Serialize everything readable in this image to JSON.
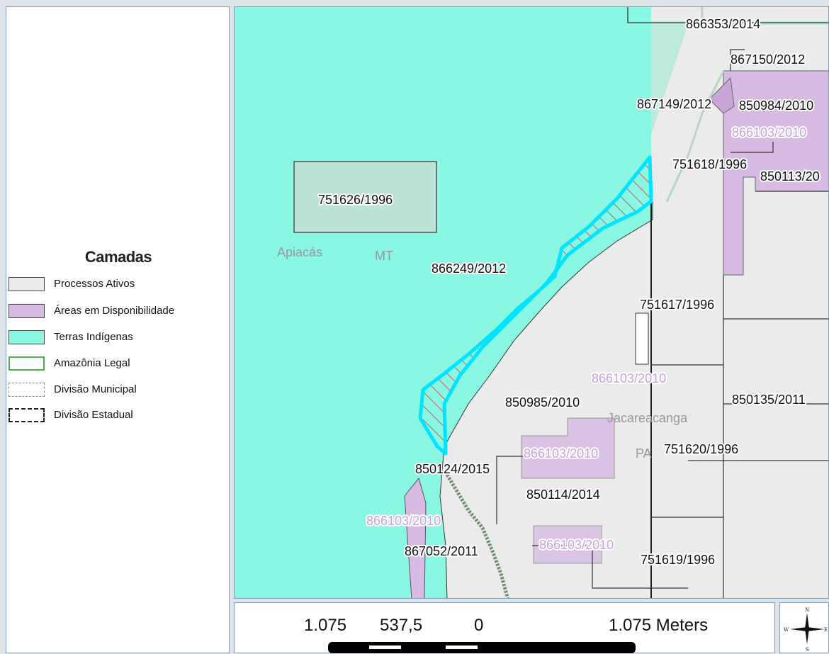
{
  "legend": {
    "title": "Camadas",
    "items": [
      {
        "label": "Processos Ativos",
        "fill": "#ebebeb",
        "stroke": "#444444",
        "style": "solid"
      },
      {
        "label": "Áreas em Disponibilidade",
        "fill": "#d7bbe3",
        "stroke": "#444444",
        "style": "solid"
      },
      {
        "label": "Terras Indígenas",
        "fill": "#8af7e2",
        "stroke": "#444444",
        "style": "solid"
      },
      {
        "label": "Amazônia Legal",
        "fill": "#ffffff",
        "stroke": "#4caf50",
        "style": "solid"
      },
      {
        "label": "Divisão Municipal",
        "fill": "#ffffff",
        "stroke": "#888888",
        "style": "dashed"
      },
      {
        "label": "Divisão Estadual",
        "fill": "#ffffff",
        "stroke": "#222222",
        "style": "dashed"
      }
    ]
  },
  "map": {
    "labels": {
      "p866353": "866353/2014",
      "p867150": "867150/2012",
      "p867149": "867149/2012",
      "p850984": "850984/2010",
      "p866103_a": "866103/2010",
      "p751618": "751618/1996",
      "p850113": "850113/20",
      "p751626": "751626/1996",
      "place_apiacas": "Apiacás",
      "state_mt": "MT",
      "p866249": "866249/2012",
      "p751617": "751617/1996",
      "p866103_b": "866103/2010",
      "p850985": "850985/2010",
      "place_jacareacanga": "Jacareacanga",
      "p850135": "850135/2011",
      "p866103_c": "866103/2010",
      "state_pa": "PA",
      "p751620": "751620/1996",
      "p850124": "850124/2015",
      "p850114": "850114/2014",
      "p866103_d": "866103/2010",
      "p866103_e": "866103/2010",
      "p867052": "867052/2011",
      "p751619": "751619/1996"
    },
    "colors": {
      "indigenous": "#8af7e2",
      "active": "#ebebeb",
      "available": "#d7bbe3",
      "highlight": "#00e5ff",
      "hatch": "#e02020"
    }
  },
  "scale_bar": {
    "ticks": [
      "1.075",
      "537,5",
      "0",
      "1.075 Meters"
    ]
  },
  "north_arrow": {
    "n": "N",
    "e": "E",
    "w": "W",
    "s": "S"
  }
}
